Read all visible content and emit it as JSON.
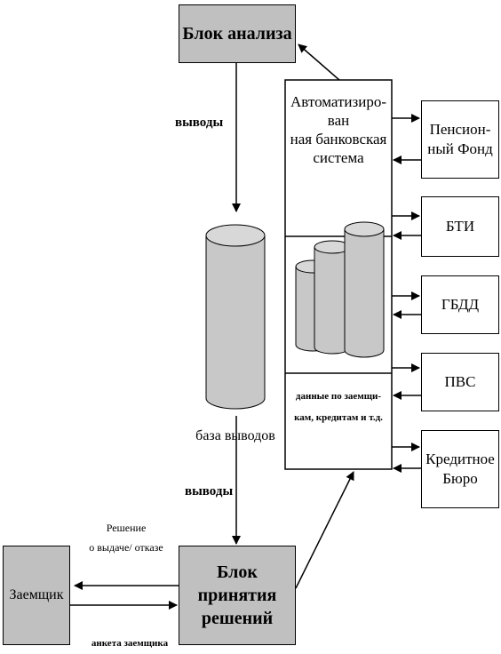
{
  "blocks": {
    "analysis": "Блок анализа",
    "decision_line1": "Блок принятия",
    "decision_line2": "решений",
    "borrower": "Заемщик"
  },
  "abs": {
    "title_line1": "Автоматизиро-",
    "title_line2": "ван",
    "title_line3": "ная банковская",
    "title_line4": "система",
    "data_line1": "данные по заемщи-",
    "data_line2": "кам, кредитам и т.д."
  },
  "external": {
    "pension_line1": "Пенсион-",
    "pension_line2": "ный Фонд",
    "bti": "БТИ",
    "gbdd": "ГБДД",
    "pvs": "ПВС",
    "credit_line1": "Кредитное",
    "credit_line2": "Бюро"
  },
  "labels": {
    "conclusions_top": "выводы",
    "db_caption": "база выводов",
    "conclusions_bottom": "выводы",
    "decision_line1": "Решение",
    "decision_line2": "о выдаче/ отказе",
    "application": "анкета заемщика"
  },
  "colors": {
    "block_fill": "#c0c0c0",
    "cylinder_fill": "#c8c8c8",
    "line": "#000000"
  }
}
